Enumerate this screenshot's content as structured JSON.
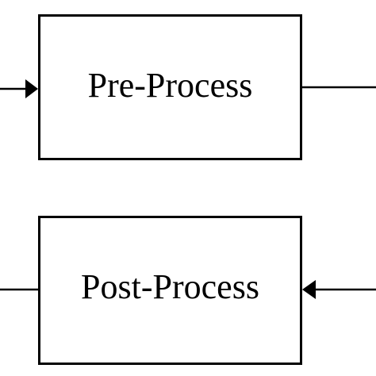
{
  "diagram": {
    "nodes": [
      {
        "id": "pre-process",
        "label": "Pre-Process"
      },
      {
        "id": "post-process",
        "label": "Post-Process"
      }
    ],
    "edges": [
      {
        "to": "pre-process",
        "direction": "in-from-left",
        "arrowhead": true
      },
      {
        "from": "pre-process",
        "direction": "out-to-right",
        "arrowhead": false
      },
      {
        "to": "post-process",
        "direction": "in-from-right",
        "arrowhead": true
      },
      {
        "from": "post-process",
        "direction": "out-to-left",
        "arrowhead": false
      }
    ]
  },
  "colors": {
    "stroke": "#000000",
    "background": "#ffffff"
  }
}
